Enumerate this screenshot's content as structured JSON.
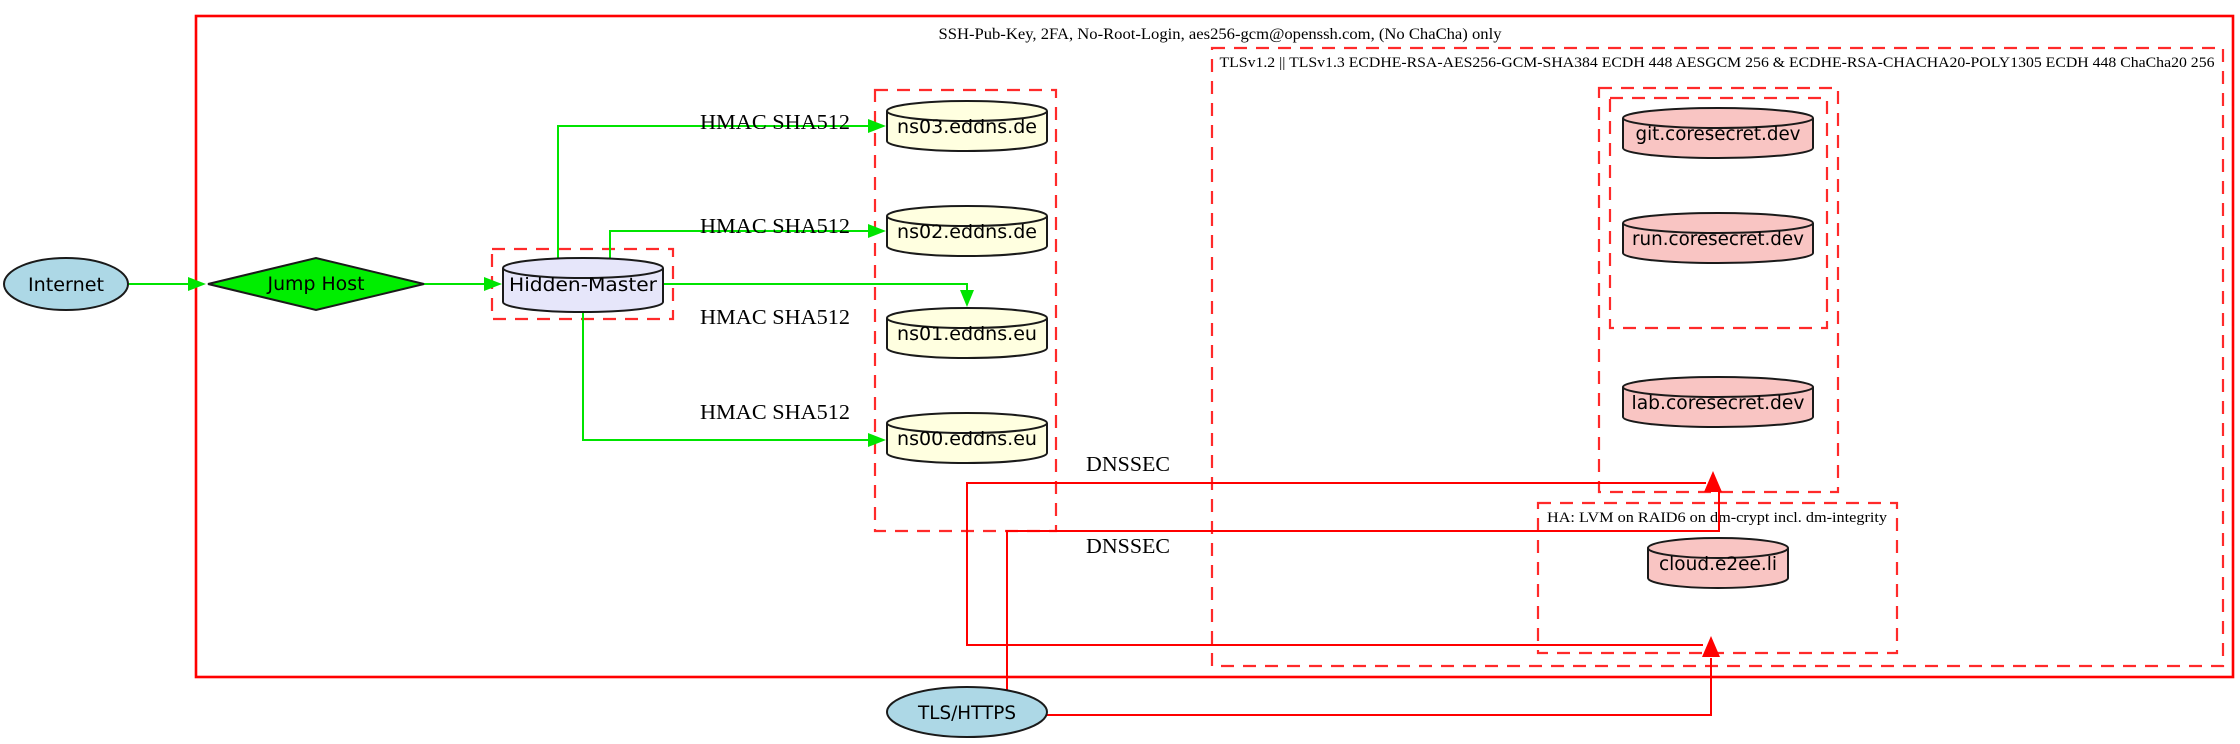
{
  "diagram": {
    "clusters": {
      "ssh_boundary": {
        "label": "SSH-Pub-Key, 2FA, No-Root-Login, aes256-gcm@openssh.com, (No ChaCha) only"
      },
      "tls_boundary": {
        "label": "TLSv1.2 || TLSv1.3 ECDHE-RSA-AES256-GCM-SHA384 ECDH 448 AESGCM 256 & ECDHE-RSA-CHACHA20-POLY1305 ECDH 448 ChaCha20 256"
      },
      "ha_storage": {
        "label": "HA: LVM on RAID6 on dm-crypt incl. dm-integrity"
      }
    },
    "nodes": {
      "internet": {
        "label": "Internet",
        "fill": "#add8e6"
      },
      "jump_host": {
        "label": "Jump Host",
        "fill": "#00ee00"
      },
      "hidden_master": {
        "label": "Hidden-Master",
        "fill": "#e6e6fa"
      },
      "ns03": {
        "label": "ns03.eddns.de",
        "fill": "#ffffe0"
      },
      "ns02": {
        "label": "ns02.eddns.de",
        "fill": "#ffffe0"
      },
      "ns01": {
        "label": "ns01.eddns.eu",
        "fill": "#ffffe0"
      },
      "ns00": {
        "label": "ns00.eddns.eu",
        "fill": "#ffffe0"
      },
      "git": {
        "label": "git.coresecret.dev",
        "fill": "#f9c5c3"
      },
      "run": {
        "label": "run.coresecret.dev",
        "fill": "#f9c5c3"
      },
      "lab": {
        "label": "lab.coresecret.dev",
        "fill": "#f9c5c3"
      },
      "cloud": {
        "label": "cloud.e2ee.li",
        "fill": "#f9c5c3"
      },
      "tls_https": {
        "label": "TLS/HTTPS",
        "fill": "#add8e6"
      }
    },
    "edge_labels": {
      "hmac": "HMAC SHA512",
      "dnssec": "DNSSEC"
    },
    "colors": {
      "secure_edge": "#00e400",
      "boundary_red": "#ff0000",
      "dashed_red": "#ff2a2a"
    }
  }
}
